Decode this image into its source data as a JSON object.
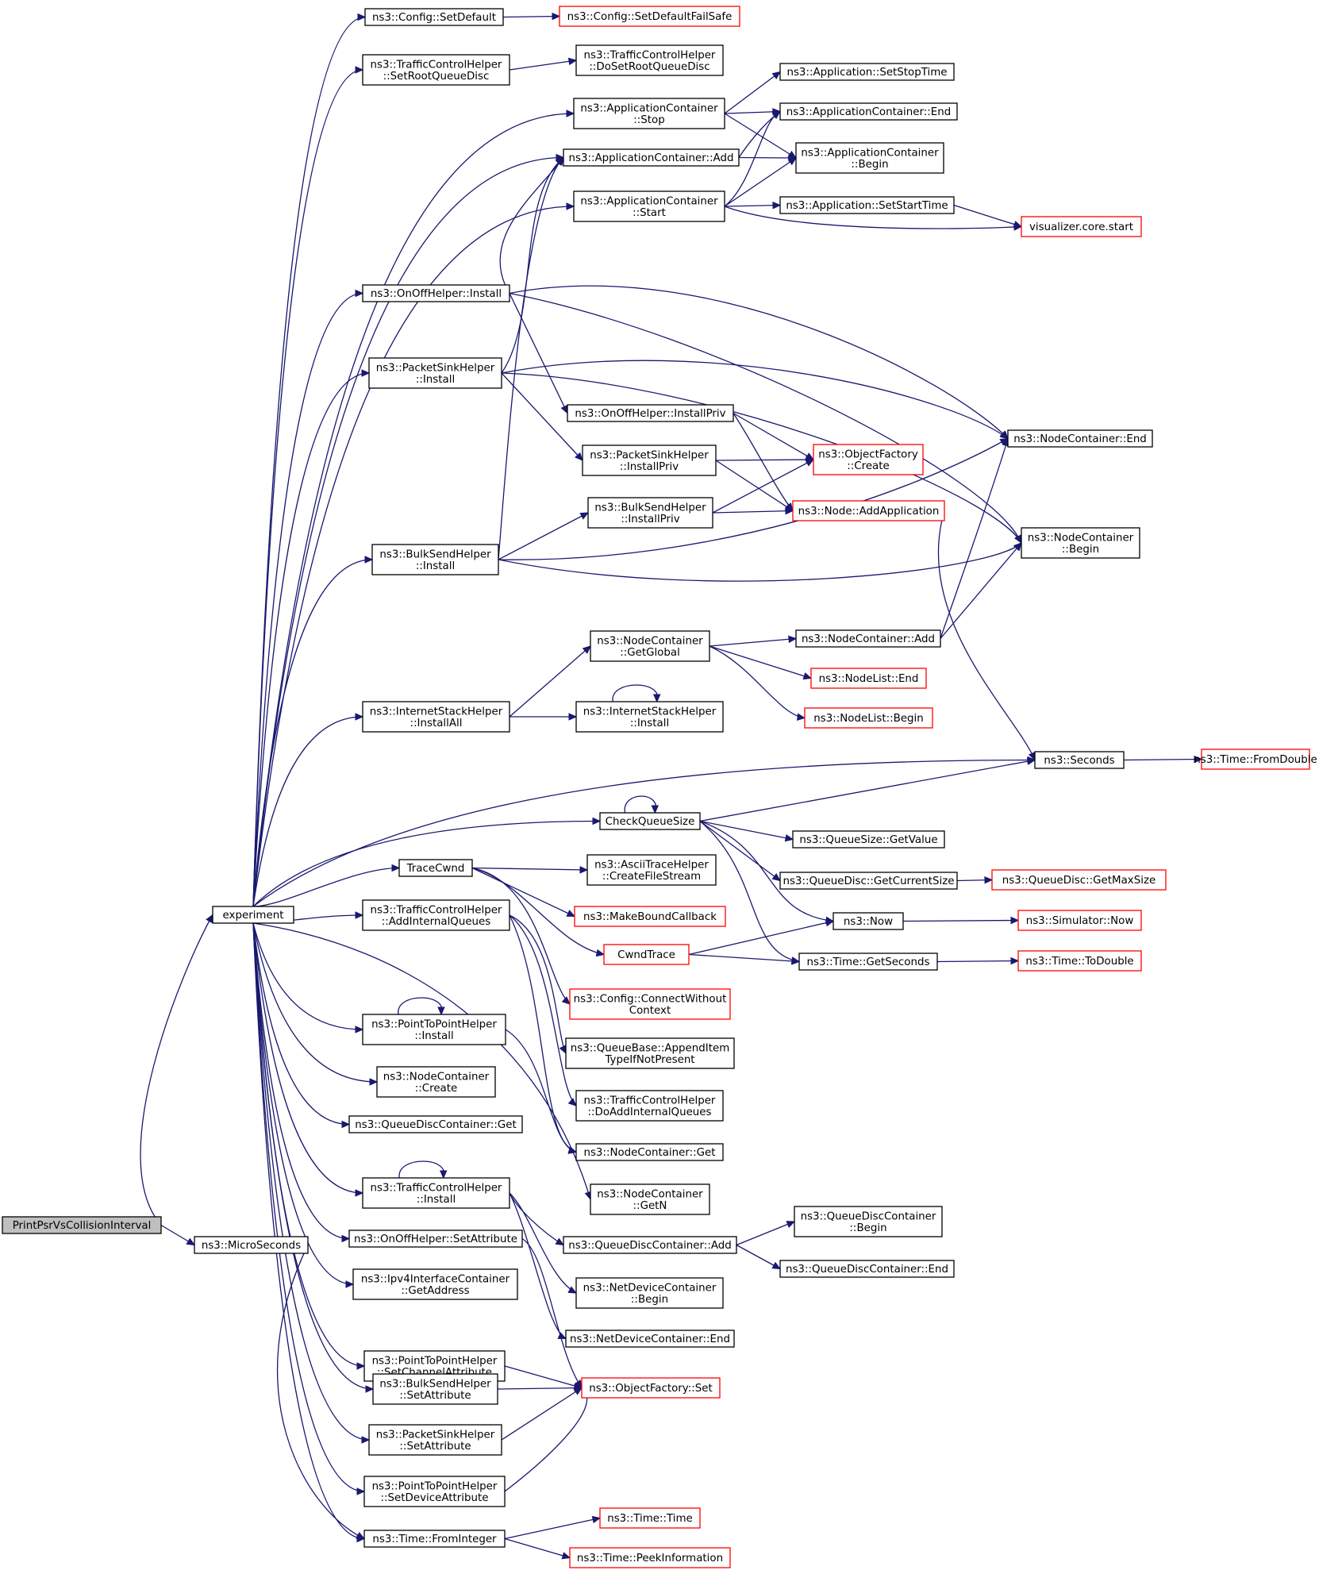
{
  "graph": {
    "colors": {
      "edge": "#191970",
      "node_border": "#000000",
      "node_border_external": "#ff0000",
      "node_fill": "#ffffff",
      "root_fill": "#bfbfbf",
      "text": "#000000"
    },
    "nodes": {
      "root": {
        "lines": [
          "PrintPsrVsCollisionInterval"
        ],
        "kind": "root"
      },
      "experiment": {
        "lines": [
          "experiment"
        ],
        "kind": "normal"
      },
      "microseconds": {
        "lines": [
          "ns3::MicroSeconds"
        ],
        "kind": "normal"
      },
      "config_setdefault": {
        "lines": [
          "ns3::Config::SetDefault"
        ],
        "kind": "normal"
      },
      "config_setdefaultfailsafe": {
        "lines": [
          "ns3::Config::SetDefaultFailSafe"
        ],
        "kind": "external"
      },
      "tch_setrootqueuedisc": {
        "lines": [
          "ns3::TrafficControlHelper",
          "::SetRootQueueDisc"
        ],
        "kind": "normal"
      },
      "tch_dosetrootqueuedisc": {
        "lines": [
          "ns3::TrafficControlHelper",
          "::DoSetRootQueueDisc"
        ],
        "kind": "normal"
      },
      "app_setstoptime": {
        "lines": [
          "ns3::Application::SetStopTime"
        ],
        "kind": "normal"
      },
      "appc_stop": {
        "lines": [
          "ns3::ApplicationContainer",
          "::Stop"
        ],
        "kind": "normal"
      },
      "appc_end": {
        "lines": [
          "ns3::ApplicationContainer::End"
        ],
        "kind": "normal"
      },
      "appc_add": {
        "lines": [
          "ns3::ApplicationContainer::Add"
        ],
        "kind": "normal"
      },
      "appc_begin": {
        "lines": [
          "ns3::ApplicationContainer",
          "::Begin"
        ],
        "kind": "normal"
      },
      "appc_start": {
        "lines": [
          "ns3::ApplicationContainer",
          "::Start"
        ],
        "kind": "normal"
      },
      "app_setstarttime": {
        "lines": [
          "ns3::Application::SetStartTime"
        ],
        "kind": "normal"
      },
      "visualizer_start": {
        "lines": [
          "visualizer.core.start"
        ],
        "kind": "external"
      },
      "onoff_install": {
        "lines": [
          "ns3::OnOffHelper::Install"
        ],
        "kind": "normal"
      },
      "psh_install": {
        "lines": [
          "ns3::PacketSinkHelper",
          "::Install"
        ],
        "kind": "normal"
      },
      "onoff_installpriv": {
        "lines": [
          "ns3::OnOffHelper::InstallPriv"
        ],
        "kind": "normal"
      },
      "nc_end": {
        "lines": [
          "ns3::NodeContainer::End"
        ],
        "kind": "normal"
      },
      "objf_create": {
        "lines": [
          "ns3::ObjectFactory",
          "::Create"
        ],
        "kind": "external"
      },
      "psh_installpriv": {
        "lines": [
          "ns3::PacketSinkHelper",
          "::InstallPriv"
        ],
        "kind": "normal"
      },
      "bsh_installpriv": {
        "lines": [
          "ns3::BulkSendHelper",
          "::InstallPriv"
        ],
        "kind": "normal"
      },
      "node_addapp": {
        "lines": [
          "ns3::Node::AddApplication"
        ],
        "kind": "external"
      },
      "bsh_install": {
        "lines": [
          "ns3::BulkSendHelper",
          "::Install"
        ],
        "kind": "normal"
      },
      "nc_begin": {
        "lines": [
          "ns3::NodeContainer",
          "::Begin"
        ],
        "kind": "normal"
      },
      "nc_getglobal": {
        "lines": [
          "ns3::NodeContainer",
          "::GetGlobal"
        ],
        "kind": "normal"
      },
      "nc_add": {
        "lines": [
          "ns3::NodeContainer::Add"
        ],
        "kind": "normal"
      },
      "nodelist_end": {
        "lines": [
          "ns3::NodeList::End"
        ],
        "kind": "external"
      },
      "nodelist_begin": {
        "lines": [
          "ns3::NodeList::Begin"
        ],
        "kind": "external"
      },
      "ish_installall": {
        "lines": [
          "ns3::InternetStackHelper",
          "::InstallAll"
        ],
        "kind": "normal"
      },
      "ish_install": {
        "lines": [
          "ns3::InternetStackHelper",
          "::Install"
        ],
        "kind": "normal"
      },
      "seconds": {
        "lines": [
          "ns3::Seconds"
        ],
        "kind": "normal"
      },
      "time_fromdouble": {
        "lines": [
          "ns3::Time::FromDouble"
        ],
        "kind": "external"
      },
      "checkqueuesize": {
        "lines": [
          "CheckQueueSize"
        ],
        "kind": "normal"
      },
      "qs_getvalue": {
        "lines": [
          "ns3::QueueSize::GetValue"
        ],
        "kind": "normal"
      },
      "tracecwnd": {
        "lines": [
          "TraceCwnd"
        ],
        "kind": "normal"
      },
      "ath_createfilestream": {
        "lines": [
          "ns3::AsciiTraceHelper",
          "::CreateFileStream"
        ],
        "kind": "normal"
      },
      "qd_getcurrentsize": {
        "lines": [
          "ns3::QueueDisc::GetCurrentSize"
        ],
        "kind": "normal"
      },
      "qd_getmaxsize": {
        "lines": [
          "ns3::QueueDisc::GetMaxSize"
        ],
        "kind": "external"
      },
      "makeboundcallback": {
        "lines": [
          "ns3::MakeBoundCallback"
        ],
        "kind": "external"
      },
      "tch_addinternalqueues": {
        "lines": [
          "ns3::TrafficControlHelper",
          "::AddInternalQueues"
        ],
        "kind": "normal"
      },
      "now": {
        "lines": [
          "ns3::Now"
        ],
        "kind": "normal"
      },
      "sim_now": {
        "lines": [
          "ns3::Simulator::Now"
        ],
        "kind": "external"
      },
      "cwndtrace": {
        "lines": [
          "CwndTrace"
        ],
        "kind": "external"
      },
      "time_getseconds": {
        "lines": [
          "ns3::Time::GetSeconds"
        ],
        "kind": "normal"
      },
      "time_todouble": {
        "lines": [
          "ns3::Time::ToDouble"
        ],
        "kind": "external"
      },
      "config_connectwithoutcontext": {
        "lines": [
          "ns3::Config::ConnectWithout",
          "Context"
        ],
        "kind": "external"
      },
      "p2p_install": {
        "lines": [
          "ns3::PointToPointHelper",
          "::Install"
        ],
        "kind": "normal"
      },
      "qb_appenditem": {
        "lines": [
          "ns3::QueueBase::AppendItem",
          "TypeIfNotPresent"
        ],
        "kind": "normal"
      },
      "nc_create": {
        "lines": [
          "ns3::NodeContainer",
          "::Create"
        ],
        "kind": "normal"
      },
      "tch_doaddinternalqueues": {
        "lines": [
          "ns3::TrafficControlHelper",
          "::DoAddInternalQueues"
        ],
        "kind": "normal"
      },
      "qdc_get": {
        "lines": [
          "ns3::QueueDiscContainer::Get"
        ],
        "kind": "normal"
      },
      "nc_get": {
        "lines": [
          "ns3::NodeContainer::Get"
        ],
        "kind": "normal"
      },
      "tch_install": {
        "lines": [
          "ns3::TrafficControlHelper",
          "::Install"
        ],
        "kind": "normal"
      },
      "nc_getn": {
        "lines": [
          "ns3::NodeContainer",
          "::GetN"
        ],
        "kind": "normal"
      },
      "qdc_begin": {
        "lines": [
          "ns3::QueueDiscContainer",
          "::Begin"
        ],
        "kind": "normal"
      },
      "onoff_setattribute": {
        "lines": [
          "ns3::OnOffHelper::SetAttribute"
        ],
        "kind": "normal"
      },
      "qdc_add": {
        "lines": [
          "ns3::QueueDiscContainer::Add"
        ],
        "kind": "normal"
      },
      "qdc_end": {
        "lines": [
          "ns3::QueueDiscContainer::End"
        ],
        "kind": "normal"
      },
      "ipv4ic_getaddress": {
        "lines": [
          "ns3::Ipv4InterfaceContainer",
          "::GetAddress"
        ],
        "kind": "normal"
      },
      "ndc_begin": {
        "lines": [
          "ns3::NetDeviceContainer",
          "::Begin"
        ],
        "kind": "normal"
      },
      "p2p_setchannelattribute": {
        "lines": [
          "ns3::PointToPointHelper",
          "::SetChannelAttribute"
        ],
        "kind": "normal"
      },
      "ndc_end": {
        "lines": [
          "ns3::NetDeviceContainer::End"
        ],
        "kind": "normal"
      },
      "bsh_setattribute": {
        "lines": [
          "ns3::BulkSendHelper",
          "::SetAttribute"
        ],
        "kind": "normal"
      },
      "objf_set": {
        "lines": [
          "ns3::ObjectFactory::Set"
        ],
        "kind": "external"
      },
      "psh_setattribute": {
        "lines": [
          "ns3::PacketSinkHelper",
          "::SetAttribute"
        ],
        "kind": "normal"
      },
      "p2p_setdeviceattribute": {
        "lines": [
          "ns3::PointToPointHelper",
          "::SetDeviceAttribute"
        ],
        "kind": "normal"
      },
      "time_frominteger": {
        "lines": [
          "ns3::Time::FromInteger"
        ],
        "kind": "normal"
      },
      "time_time": {
        "lines": [
          "ns3::Time::Time"
        ],
        "kind": "external"
      },
      "time_peekinformation": {
        "lines": [
          "ns3::Time::PeekInformation"
        ],
        "kind": "external"
      }
    }
  }
}
